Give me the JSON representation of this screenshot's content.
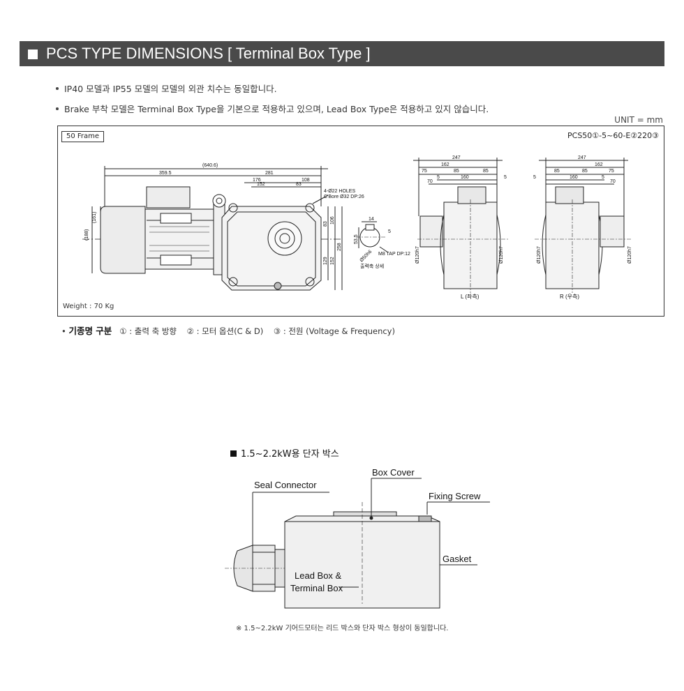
{
  "header": {
    "title": "PCS TYPE DIMENSIONS [ Terminal Box Type ]"
  },
  "notes": [
    "IP40 모델과 IP55 모델의 모델의 외관 치수는 동일합니다.",
    "Brake 부착 모델은 Terminal Box Type을 기본으로 적용하고 있으며, Lead Box Type은 적용하고 있지 않습니다."
  ],
  "unit": "UNIT = mm",
  "drawing": {
    "frame_tag": "50 Frame",
    "model_code": "PCS50①-5~60-E②220③",
    "weight": "Weight : 70 Kg",
    "dims": {
      "overall": "(640.6)",
      "motor": "359.5",
      "gear": "281",
      "d176": "176",
      "d108": "108",
      "d152": "152",
      "d83": "83",
      "h161": "(161)",
      "h188": "(188)",
      "h83": "83",
      "h106": "106",
      "h258": "258",
      "h129": "129",
      "h152": "152",
      "holes": "4-Ø22 HOLES",
      "cbore": "C'Bore Ø32 DP:26",
      "key14": "14",
      "key5": "5",
      "key53": "53.5",
      "shaft": "Ø50h6",
      "tap": "M8 TAP DP:12",
      "detail": "출력축 상세",
      "w247": "247",
      "w162": "162",
      "w75": "75",
      "w85": "85",
      "w160": "160",
      "w70": "70",
      "w5": "5",
      "bore": "Ø120h7",
      "left_label": "L (좌측)",
      "right_label": "R (우측)"
    }
  },
  "legend": {
    "title": "기종명 구분",
    "items": [
      "① : 출력 축 방향",
      "② : 모터 옵션(C & D)",
      "③ : 전원 (Voltage & Frequency)"
    ]
  },
  "box_section": {
    "title": "1.5~2.2kW용 단자 박스",
    "labels": {
      "box_cover": "Box Cover",
      "seal_connector": "Seal Connector",
      "fixing_screw": "Fixing Screw",
      "gasket": "Gasket",
      "lead_box_1": "Lead Box &",
      "lead_box_2": "Terminal Box"
    },
    "note": "※ 1.5~2.2kW 기어드모터는 리드 박스와 단자 박스 형상이 동일합니다."
  }
}
